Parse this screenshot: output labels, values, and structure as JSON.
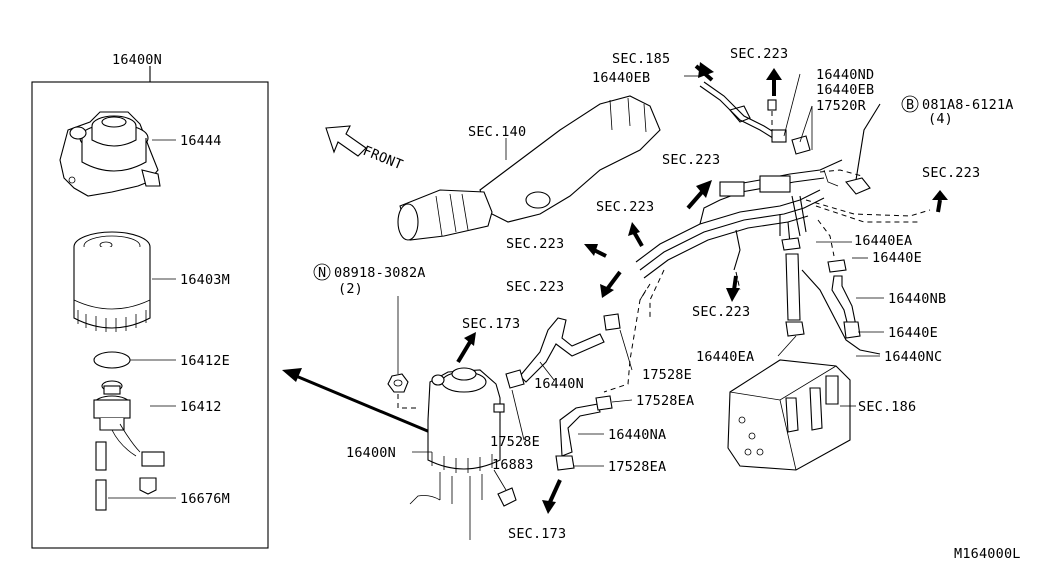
{
  "diagram_id": "M164000L",
  "labels": {
    "kit_16400N_top": "16400N",
    "p16444": "16444",
    "p16403M": "16403M",
    "p16412E": "16412E",
    "p16412": "16412",
    "p16676M": "16676M",
    "sec140": "SEC.140",
    "front": "FRONT",
    "sec185": "SEC.185",
    "p16440EB_a": "16440EB",
    "sec223_top": "SEC.223",
    "p16440ND": "16440ND",
    "p16440EB_b": "16440EB",
    "p17520R": "17520R",
    "bolt_circle": "B",
    "bolt_part": "081A8-6121A",
    "bolt_qty": "(4)",
    "sec223_mid": "SEC.223",
    "sec223_right": "SEC.223",
    "sec223_a": "SEC.223",
    "sec223_b": "SEC.223",
    "sec223_c": "SEC.223",
    "sec223_d": "SEC.223",
    "nut_circle": "N",
    "nut_part": "08918-3082A",
    "nut_qty": "(2)",
    "p16440EA_a": "16440EA",
    "p16440E_a": "16440E",
    "p16440NB": "16440NB",
    "p16440E_b": "16440E",
    "p16440EA_b": "16440EA",
    "p16440NC": "16440NC",
    "sec173_top": "SEC.173",
    "p16440N": "16440N",
    "p17528E_a": "17528E",
    "p17528EA_a": "17528EA",
    "sec186": "SEC.186",
    "p17528E_b": "17528E",
    "p16440NA": "16440NA",
    "p16400N_main": "16400N",
    "p16883": "16883",
    "p17528EA_b": "17528EA",
    "sec173_bottom": "SEC.173"
  }
}
